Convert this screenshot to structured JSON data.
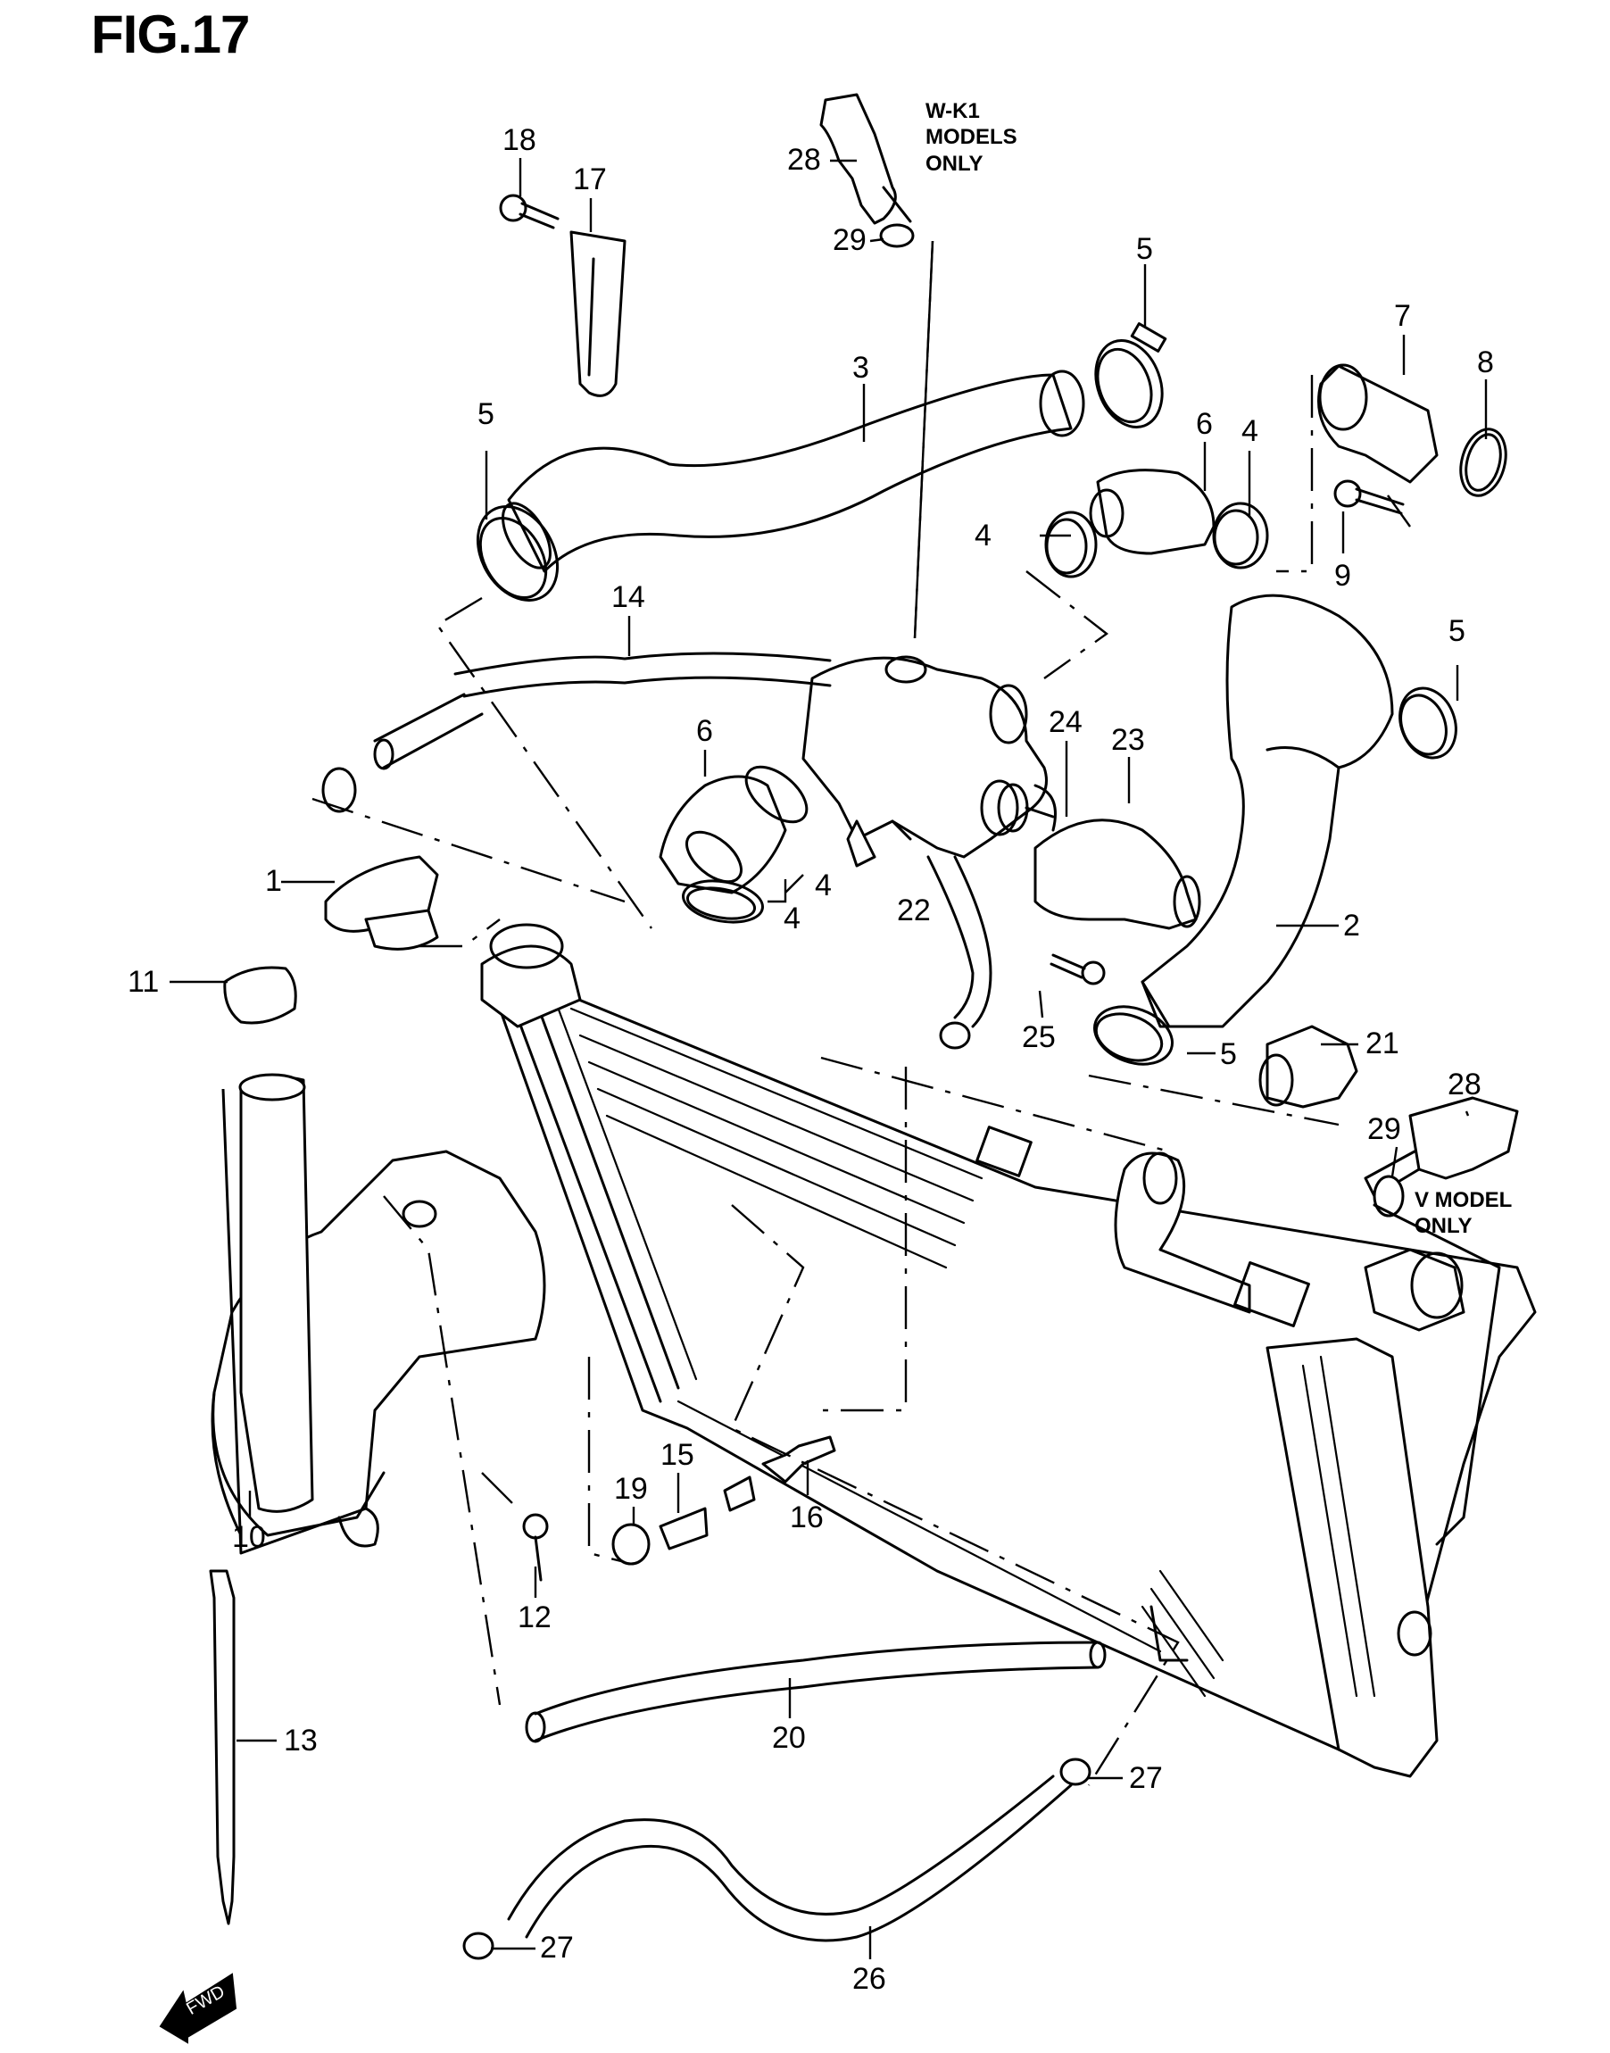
{
  "figure": {
    "title": "FIG.17",
    "subject": "Radiator / cooling system exploded parts diagram"
  },
  "notes": {
    "wk1_models_only": [
      "W-K1",
      "MODELS",
      "ONLY"
    ],
    "v_model_only": [
      "V MODEL",
      "ONLY"
    ]
  },
  "direction_indicator": {
    "label": "FWD",
    "icon": "forward-arrow-icon"
  },
  "callouts": [
    {
      "id": "c1",
      "number": "1",
      "part": "radiator-cap"
    },
    {
      "id": "c2",
      "number": "2",
      "part": "radiator-outlet-hose"
    },
    {
      "id": "c3",
      "number": "3",
      "part": "radiator-inlet-hose"
    },
    {
      "id": "c4a",
      "number": "4",
      "part": "hose-clamp"
    },
    {
      "id": "c4b",
      "number": "4",
      "part": "hose-clamp"
    },
    {
      "id": "c4c",
      "number": "4",
      "part": "hose-clamp"
    },
    {
      "id": "c4d",
      "number": "4",
      "part": "hose-clamp"
    },
    {
      "id": "c5a",
      "number": "5",
      "part": "hose-clamp"
    },
    {
      "id": "c5b",
      "number": "5",
      "part": "hose-clamp"
    },
    {
      "id": "c5c",
      "number": "5",
      "part": "hose-clamp"
    },
    {
      "id": "c5d",
      "number": "5",
      "part": "hose-clamp"
    },
    {
      "id": "c6a",
      "number": "6",
      "part": "bypass-hose"
    },
    {
      "id": "c6b",
      "number": "6",
      "part": "bypass-hose"
    },
    {
      "id": "c7",
      "number": "7",
      "part": "union-fitting"
    },
    {
      "id": "c8",
      "number": "8",
      "part": "o-ring"
    },
    {
      "id": "c9",
      "number": "9",
      "part": "bolt"
    },
    {
      "id": "c10",
      "number": "10",
      "part": "reservoir-tank"
    },
    {
      "id": "c11",
      "number": "11",
      "part": "reservoir-cap"
    },
    {
      "id": "c12",
      "number": "12",
      "part": "screw"
    },
    {
      "id": "c13",
      "number": "13",
      "part": "cable-tie"
    },
    {
      "id": "c14",
      "number": "14",
      "part": "overflow-hose"
    },
    {
      "id": "c15",
      "number": "15",
      "part": "hose"
    },
    {
      "id": "c16",
      "number": "16",
      "part": "connector"
    },
    {
      "id": "c17",
      "number": "17",
      "part": "bracket"
    },
    {
      "id": "c18",
      "number": "18",
      "part": "bolt"
    },
    {
      "id": "c19",
      "number": "19",
      "part": "clamp"
    },
    {
      "id": "c20",
      "number": "20",
      "part": "breather-hose"
    },
    {
      "id": "c21",
      "number": "21",
      "part": "fan-thermo-switch"
    },
    {
      "id": "c22",
      "number": "22",
      "part": "thermostat-case"
    },
    {
      "id": "c23",
      "number": "23",
      "part": "thermostat-cover"
    },
    {
      "id": "c24",
      "number": "24",
      "part": "thermostat"
    },
    {
      "id": "c25",
      "number": "25",
      "part": "bolt"
    },
    {
      "id": "c26",
      "number": "26",
      "part": "drain-hose"
    },
    {
      "id": "c27a",
      "number": "27",
      "part": "clamp"
    },
    {
      "id": "c27b",
      "number": "27",
      "part": "clamp"
    },
    {
      "id": "c28a",
      "number": "28",
      "part": "temperature-sensor"
    },
    {
      "id": "c28b",
      "number": "28",
      "part": "temperature-sensor"
    },
    {
      "id": "c29a",
      "number": "29",
      "part": "gasket-washer"
    },
    {
      "id": "c29b",
      "number": "29",
      "part": "gasket-washer"
    }
  ]
}
